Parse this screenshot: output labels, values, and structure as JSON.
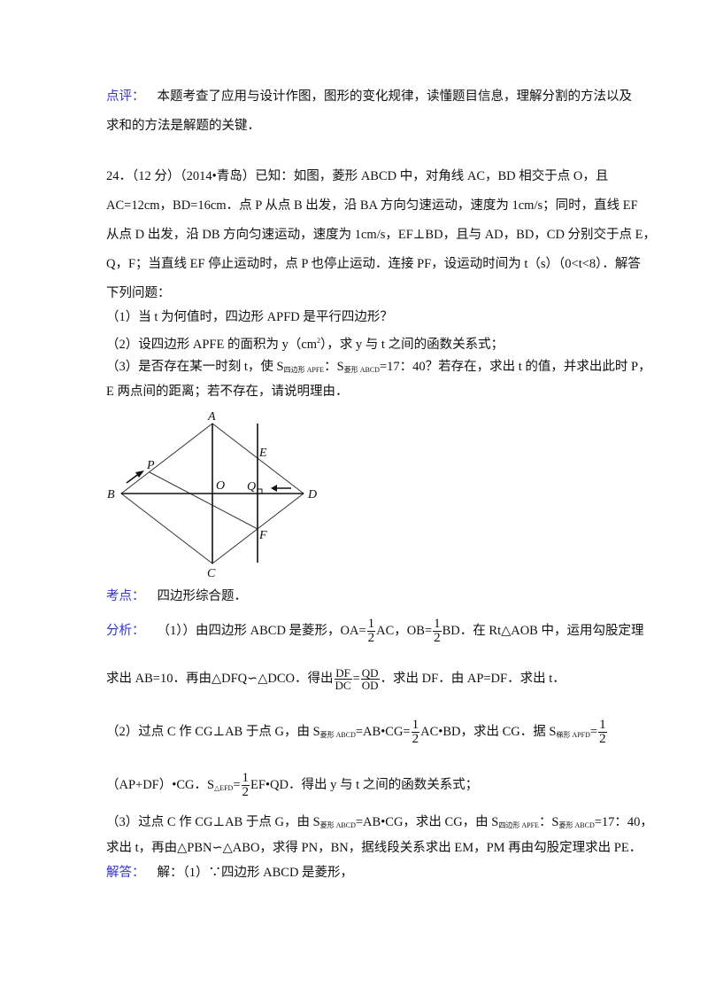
{
  "review": {
    "label": "点评：",
    "line1": "本题考查了应用与设计作图，图形的变化规律，读懂题目信息，理解分割的方法以及",
    "line2": "求和的方法是解题的关键．"
  },
  "problem": {
    "line1": "24．（12 分）（2014•青岛）已知：如图，菱形 ABCD 中，对角线 AC，BD 相交于点 O，且",
    "line2": "AC=12cm，BD=16cm．点 P 从点 B 出发，沿 BA 方向匀速运动，速度为 1cm/s；同时，直线 EF",
    "line3": "从点 D 出发，沿 DB 方向匀速运动，速度为 1cm/s，EF⊥BD，且与 AD，BD，CD 分别交于点 E，",
    "line4": "Q，F；当直线 EF 停止运动时，点 P 也停止运动．连接 PF，设运动时间为 t（s）（0<t<8）．解答",
    "line5": "下列问题：",
    "q1": "（1）当 t 为何值时，四边形 APFD 是平行四边形？",
    "q2_a": "（2）设四边形 APFE 的面积为 y（cm",
    "q2_sup": "2",
    "q2_b": "），求 y 与 t 之间的函数关系式；",
    "q3_a": "（3）是否存在某一时刻 t，使 S",
    "q3_sub1": "四边形 APFE",
    "q3_b": "：S",
    "q3_sub2": "菱形 ABCD",
    "q3_c": "=17：40？若存在，求出 t 的值，并求出此时 P，",
    "q3_line2": "E 两点间的距离；若不存在，请说明理由．"
  },
  "diagram": {
    "points": {
      "A": "A",
      "B": "B",
      "C": "C",
      "D": "D",
      "O": "O",
      "P": "P",
      "E": "E",
      "F": "F",
      "Q": "Q"
    }
  },
  "kaodian": {
    "label": "考点：",
    "text": "四边形综合题．"
  },
  "analysis": {
    "label": "分析：",
    "p1_a": "（1））由四边形 ABCD 是菱形，OA=",
    "p1_frac_num": "1",
    "p1_frac_den": "2",
    "p1_b": "AC，OB=",
    "p1_c": "BD．在 Rt△AOB 中，运用勾股定理",
    "p1_line2_a": "求出 AB=10．再由△DFQ∽△DCO．得出",
    "p1_frac2_num1": "DF",
    "p1_frac2_den1": "DC",
    "p1_eq": "=",
    "p1_frac2_num2": "QD",
    "p1_frac2_den2": "OD",
    "p1_line2_b": "．求出 DF．由 AP=DF．求出 t．",
    "p2_a": "（2）过点 C 作 CG⊥AB 于点 G，由 S",
    "p2_sub1": "菱形 ABCD",
    "p2_b": "=AB•CG=",
    "p2_c": "AC•BD，求出 CG．据 S",
    "p2_sub2": "梯形 APFD",
    "p2_d": "=",
    "p2_line2_a": "（AP+DF）•CG．S",
    "p2_sub3": "△EFD",
    "p2_line2_b": "=",
    "p2_line2_c": "EF•QD．得出 y 与 t 之间的函数关系式；",
    "p3_a": "（3）过点 C 作 CG⊥AB 于点 G，由 S",
    "p3_sub1": "菱形 ABCD",
    "p3_b": "=AB•CG，求出 CG，由 S",
    "p3_sub2": "四边形 APFE",
    "p3_c": "：S",
    "p3_sub3": "菱形 ABCD",
    "p3_d": "=17：40，",
    "p3_line2": "求出 t，再由△PBN∽△ABO，求得 PN，BN，据线段关系求出 EM，PM 再由勾股定理求出 PE．"
  },
  "answer": {
    "label": "解答：",
    "text": "解：（1）∵四边形 ABCD 是菱形，"
  },
  "colors": {
    "label": "#3333cc",
    "text": "#111111"
  }
}
